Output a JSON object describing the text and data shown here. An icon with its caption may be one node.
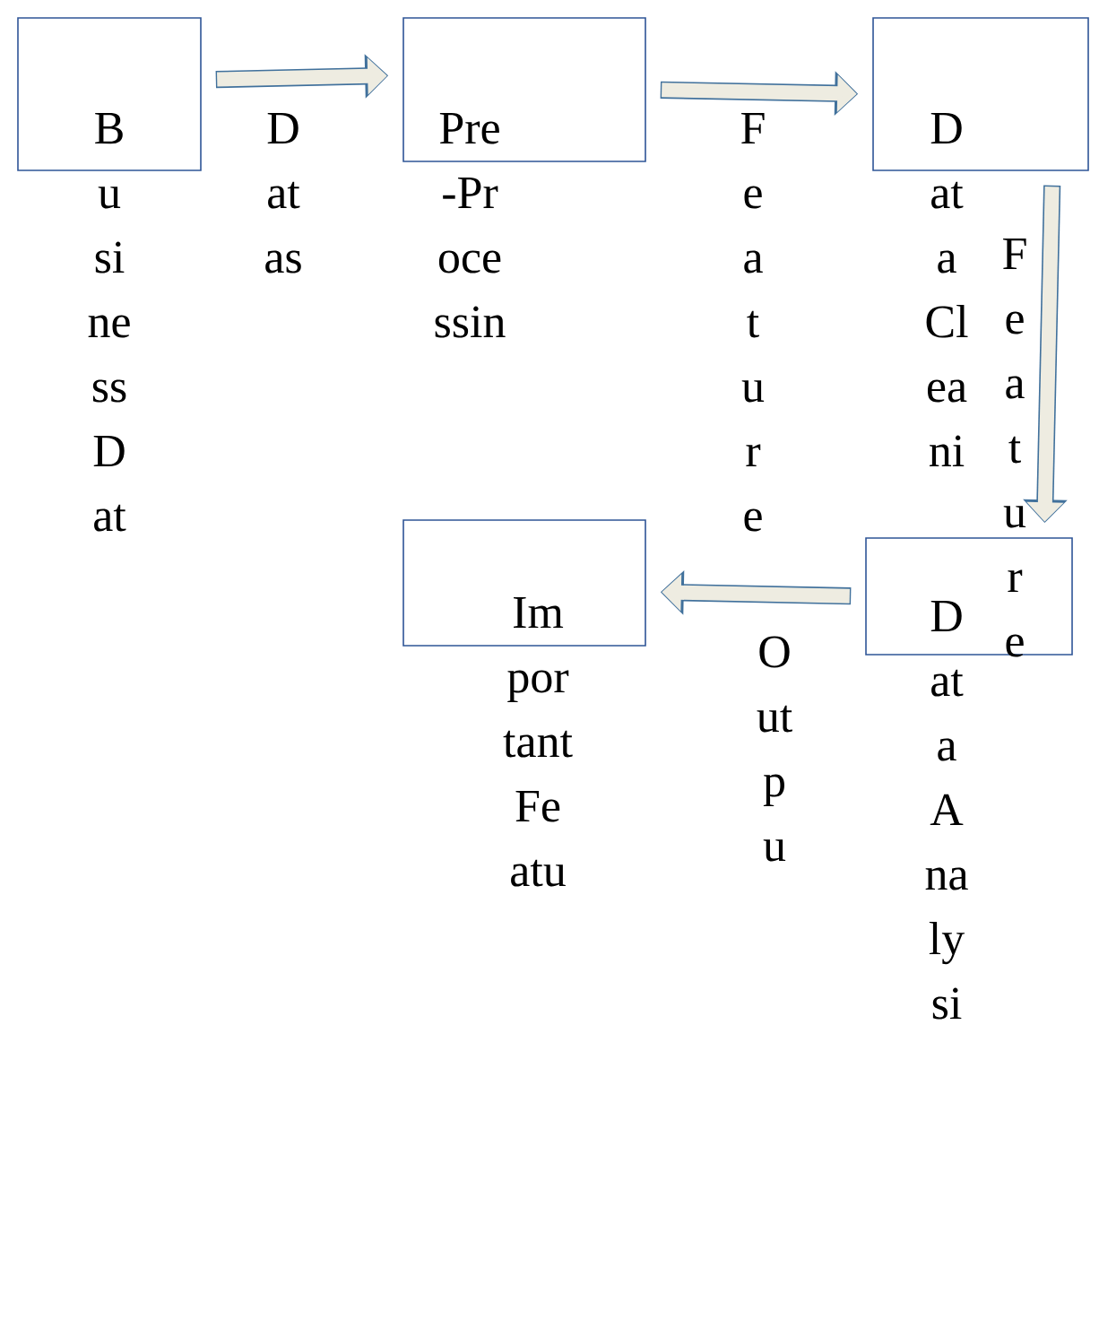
{
  "diagram": {
    "nodes": [
      {
        "text": [
          "Business Dat"
        ]
      },
      {
        "text": [
          "Pre-Processin"
        ]
      },
      {
        "text": [
          "Data Cleani"
        ]
      },
      {
        "text": [
          "Important Featu"
        ]
      },
      {
        "text": [
          "Data Analysi"
        ]
      }
    ],
    "edges": [
      {
        "from": 0,
        "to": 1,
        "arrow": "to",
        "label": "Datas"
      },
      {
        "from": 1,
        "to": 2,
        "arrow": "to",
        "label": "Feature"
      },
      {
        "from": 2,
        "to": 4,
        "arrow": "to",
        "label": "Feature"
      },
      {
        "from": 4,
        "to": 3,
        "arrow": "to",
        "label": "Outpu"
      }
    ]
  }
}
